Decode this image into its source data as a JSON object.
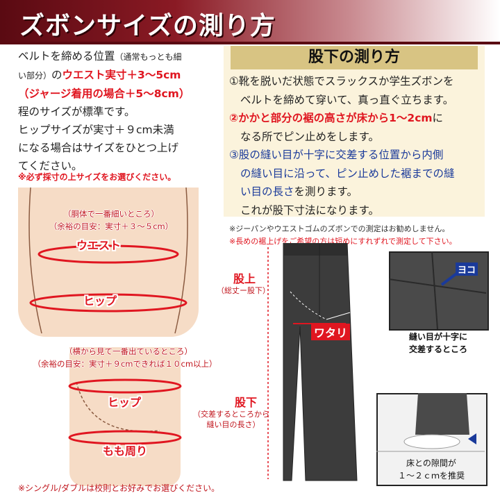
{
  "header": {
    "title": "ズボンサイズの測り方"
  },
  "left": {
    "line1": "ベルトを締める位置",
    "line1_small": "（通常もっとも細",
    "line2_small": "い部分）",
    "line2_pre": "の",
    "line2_red": "ウエスト実寸＋3～5cm",
    "line3_red": "（ジャージ着用の場合＋5～8cm）",
    "line4": "程のサイズが標準です。",
    "line5": "ヒップサイズが実寸＋９cm未満",
    "line6": "になる場合はサイズをひとつ上げ",
    "line7": "てください。",
    "note": "※必ず採寸の上サイズをお選びください。"
  },
  "right": {
    "title": "股下の測り方",
    "s1a_num": "①",
    "s1a": "靴を脱いだ状態でスラックスか学生ズボンを",
    "s1b": "ベルトを締めて穿いて、真っ直ぐ立ちます。",
    "s2a_num": "②",
    "s2a_red": "かかと部分の裾の高さが床から1～2cm",
    "s2a_tail": "に",
    "s2b": "なる所でピン止めをします。",
    "s3a_num": "③",
    "s3a": "股の縫い目が十字に交差する位置から内側",
    "s3b": "の縫い目に沿って、ピン止めした裾までの縫",
    "s3c": "い目の長さ",
    "s3c_tail": "を測ります。",
    "s3d": "これが股下寸法になります。",
    "note1": "※ジーパンやウエストゴムのズボンでの測定はお勧めしません。",
    "note2": "※長めの裾上げをご希望の方は短めにすれずれで測定して下さい。"
  },
  "upper_body": {
    "waist_sub1": "（胴体で一番細いところ）",
    "waist_sub2": "（余裕の目安：実寸＋３～５cm）",
    "waist": "ウエスト",
    "hip": "ヒップ"
  },
  "lower_body": {
    "hip_sub1": "（横から見て一番出ているところ）",
    "hip_sub2": "（余裕の目安：実寸＋９cmできれば１０cm以上）",
    "hip": "ヒップ",
    "thigh": "もも周り"
  },
  "pants": {
    "rise": "股上",
    "rise_sub": "（総丈ー股下）",
    "watari": "ワタリ",
    "inseam": "股下",
    "inseam_sub1": "（交差するところから",
    "inseam_sub2": "縫い目の長さ）"
  },
  "inset_top": {
    "arrow_label": "ヨコ",
    "cap1": "縫い目が十字に",
    "cap2": "交差するところ"
  },
  "inset_bottom": {
    "cap1": "床との隙間が",
    "cap2": "１～２ｃｍを推奨"
  },
  "bottom_note": "※シングル/ダブルは校則とお好みでお選びください。",
  "colors": {
    "accent_red": "#e01620",
    "header_dark": "#5a0a12",
    "title_bar": "#d8c483",
    "blue_text": "#1a3a9a"
  }
}
